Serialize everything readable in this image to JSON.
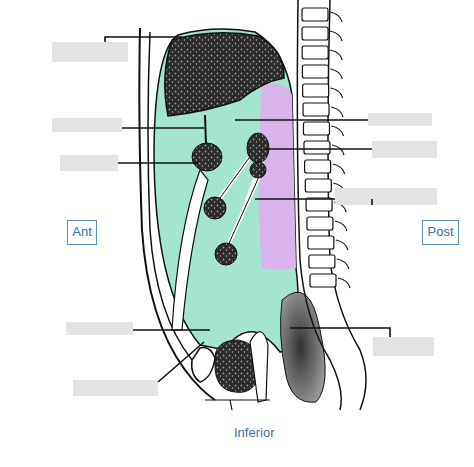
{
  "diagram": {
    "nodes": [
      {
        "text": [
          "Ant"
        ]
      },
      {
        "text": [
          "Post"
        ]
      }
    ],
    "labels": [
      "Inferior"
    ]
  }
}
